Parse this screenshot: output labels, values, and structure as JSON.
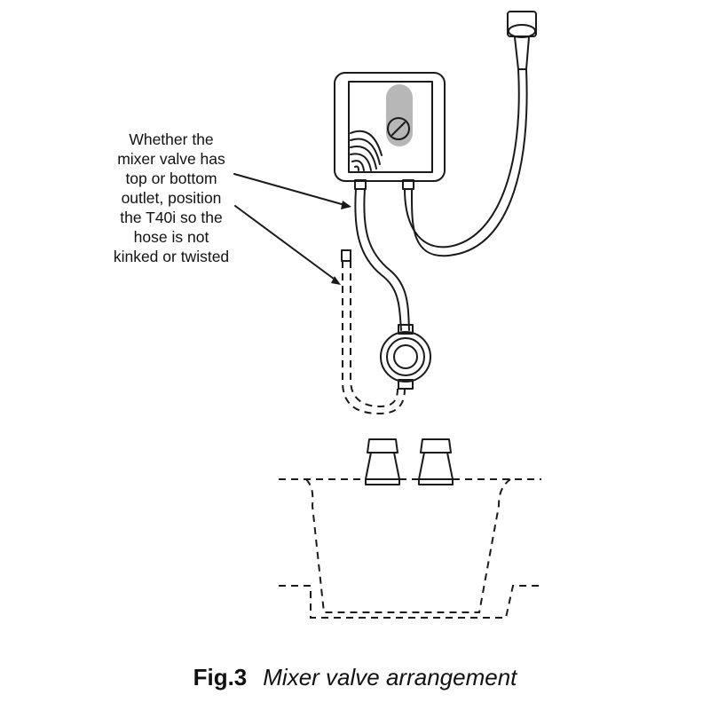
{
  "annotation": {
    "lines": [
      "Whether the",
      "mixer valve has",
      "top or bottom",
      "outlet, position",
      "the T40i so the",
      "hose is not",
      "kinked or twisted"
    ]
  },
  "caption": {
    "number": "Fig.3",
    "title": "Mixer valve arrangement"
  },
  "icons": [
    "shower-unit-icon",
    "shower-head-icon",
    "mixer-valve-icon",
    "tap-icon",
    "bath-basin-icon"
  ]
}
